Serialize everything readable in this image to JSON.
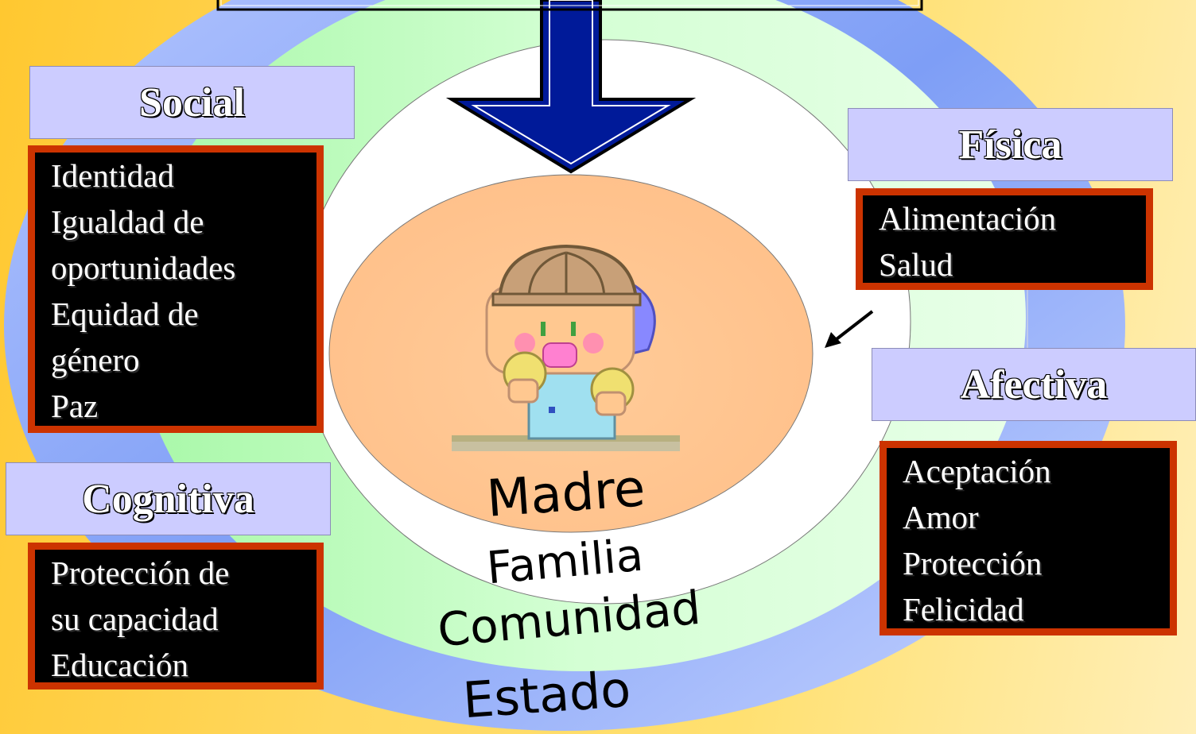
{
  "categories": {
    "social": {
      "label": "Social",
      "items": [
        "Identidad",
        "Igualdad de",
        "oportunidades",
        "Equidad de",
        "género",
        "Paz"
      ]
    },
    "fisica": {
      "label": "Física",
      "items": [
        "Alimentación",
        "Salud"
      ]
    },
    "afectiva": {
      "label": "Afectiva",
      "items": [
        "Aceptación",
        "Amor",
        "Protección",
        "Felicidad"
      ]
    },
    "cognitiva": {
      "label": "Cognitiva",
      "items": [
        "Protección de",
        "su capacidad",
        "Educación"
      ]
    }
  },
  "rings": {
    "madre": "Madre",
    "familia": "Familia",
    "comunidad": "Comunidad",
    "estado": "Estado"
  },
  "colors": {
    "background": "#ffd860",
    "estado_ring": "#8faaf8",
    "comunidad_ring": "#c8ffc8",
    "familia_ring": "#ffffff",
    "madre_center": "#ffc896",
    "arrow": "#001a99",
    "box_border": "#cc3300",
    "label_bg": "#ccccff"
  },
  "icons": [
    "down-arrow-icon",
    "baby-icon",
    "small-arrow-icon"
  ]
}
